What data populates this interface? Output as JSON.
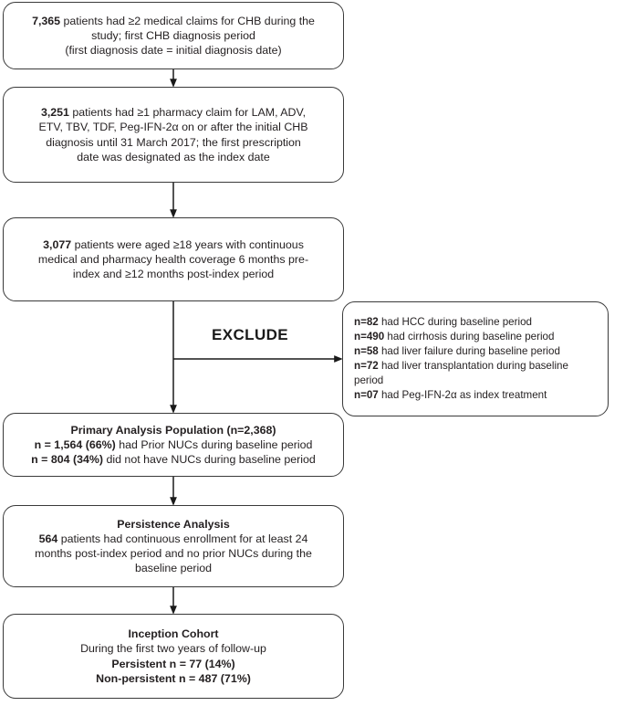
{
  "diagram": {
    "title_text": "",
    "exclude_label": "EXCLUDE",
    "boxes": {
      "initial_claims": {
        "lines": [
          {
            "bold": "7,365",
            "rest": " patients had ≥2 medical claims for CHB during the"
          },
          {
            "bold": "",
            "rest": "study; first CHB diagnosis period"
          },
          {
            "bold": "",
            "rest": "(first diagnosis date = initial diagnosis date)"
          }
        ],
        "l1": "7,365",
        "l1r": " patients had ≥2 medical claims for CHB during the",
        "l2": "study; first CHB diagnosis period",
        "l3": "(first diagnosis date = initial diagnosis date)"
      },
      "pharmacy_claim": {
        "l1": "3,251",
        "l1r": " patients had ≥1 pharmacy claim for LAM, ADV,",
        "l2": "ETV, TBV, TDF, Peg-IFN-2α on or after the initial CHB",
        "l3": "diagnosis until 31 March 2017; the first prescription",
        "l4": "date was designated as the index date"
      },
      "age_coverage": {
        "l1": "3,077",
        "l1r": " patients were aged ≥18 years with continuous",
        "l2": "medical and pharmacy health coverage 6 months pre-",
        "l3": "index and ≥12 months post-index period"
      },
      "exclusions": {
        "l1b": "n=82",
        "l1r": "  had HCC during baseline period",
        "l2b": "n=490",
        "l2r": " had cirrhosis during baseline period",
        "l3b": "n=58",
        "l3r": " had liver failure during baseline period",
        "l4b": "n=72",
        "l4r": " had liver transplantation during baseline",
        "l5r": "period",
        "l6b": "n=07",
        "l6r": " had Peg-IFN-2α  as index treatment"
      },
      "primary_population": {
        "l1": "Primary Analysis Population (n=2,368)",
        "l2b": "n = 1,564 (66%)",
        "l2r": " had Prior NUCs during baseline period",
        "l3b": "n = 804 (34%)",
        "l3r": " did not have NUCs during baseline period"
      },
      "persistence": {
        "l1": "Persistence Analysis",
        "l2b": "564",
        "l2r": " patients had continuous enrollment for at least 24",
        "l3": "months post-index period and no prior NUCs during the",
        "l4": "baseline period"
      },
      "inception": {
        "l1": "Inception Cohort",
        "l2": "During the first two years of follow-up",
        "l3": "Persistent n = 77 (14%)",
        "l4": "Non-persistent n = 487 (71%)"
      }
    },
    "colors": {
      "stroke": "#3a3a3a",
      "text": "#231f20",
      "background": "#ffffff"
    }
  }
}
